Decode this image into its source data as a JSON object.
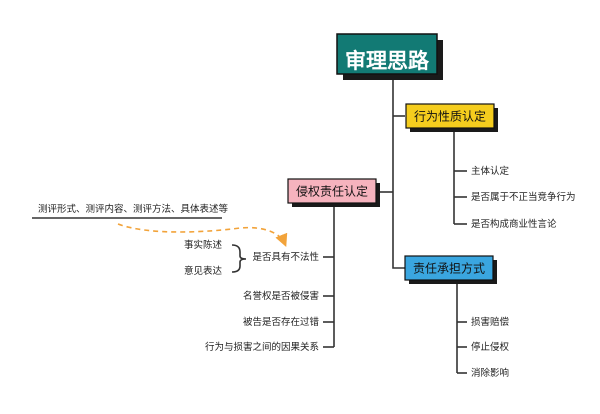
{
  "root": {
    "label": "审理思路",
    "fill": "#127a74"
  },
  "branch_nature": {
    "label": "行为性质认定",
    "fill": "#f5cd1e",
    "items": [
      "主体认定",
      "是否属于不正当竞争行为",
      "是否构成商业性言论"
    ]
  },
  "branch_liability": {
    "label": "责任承担方式",
    "fill": "#3aa6e0",
    "items": [
      "损害赔偿",
      "停止侵权",
      "消除影响"
    ]
  },
  "branch_tort": {
    "label": "侵权责任认定",
    "fill": "#f6b3be",
    "items": [
      "是否具有不法性",
      "名誉权是否被侵害",
      "被告是否存在过错",
      "行为与损害之间的因果关系"
    ],
    "sub_items": [
      "事实陈述",
      "意见表达"
    ]
  },
  "annotation": {
    "text": "测评形式、测评内容、测评方法、具体表述等",
    "arrow_color": "#f2a33a"
  },
  "colors": {
    "line": "#333333",
    "border": "#111111",
    "shadow": "#1a1a1a"
  }
}
